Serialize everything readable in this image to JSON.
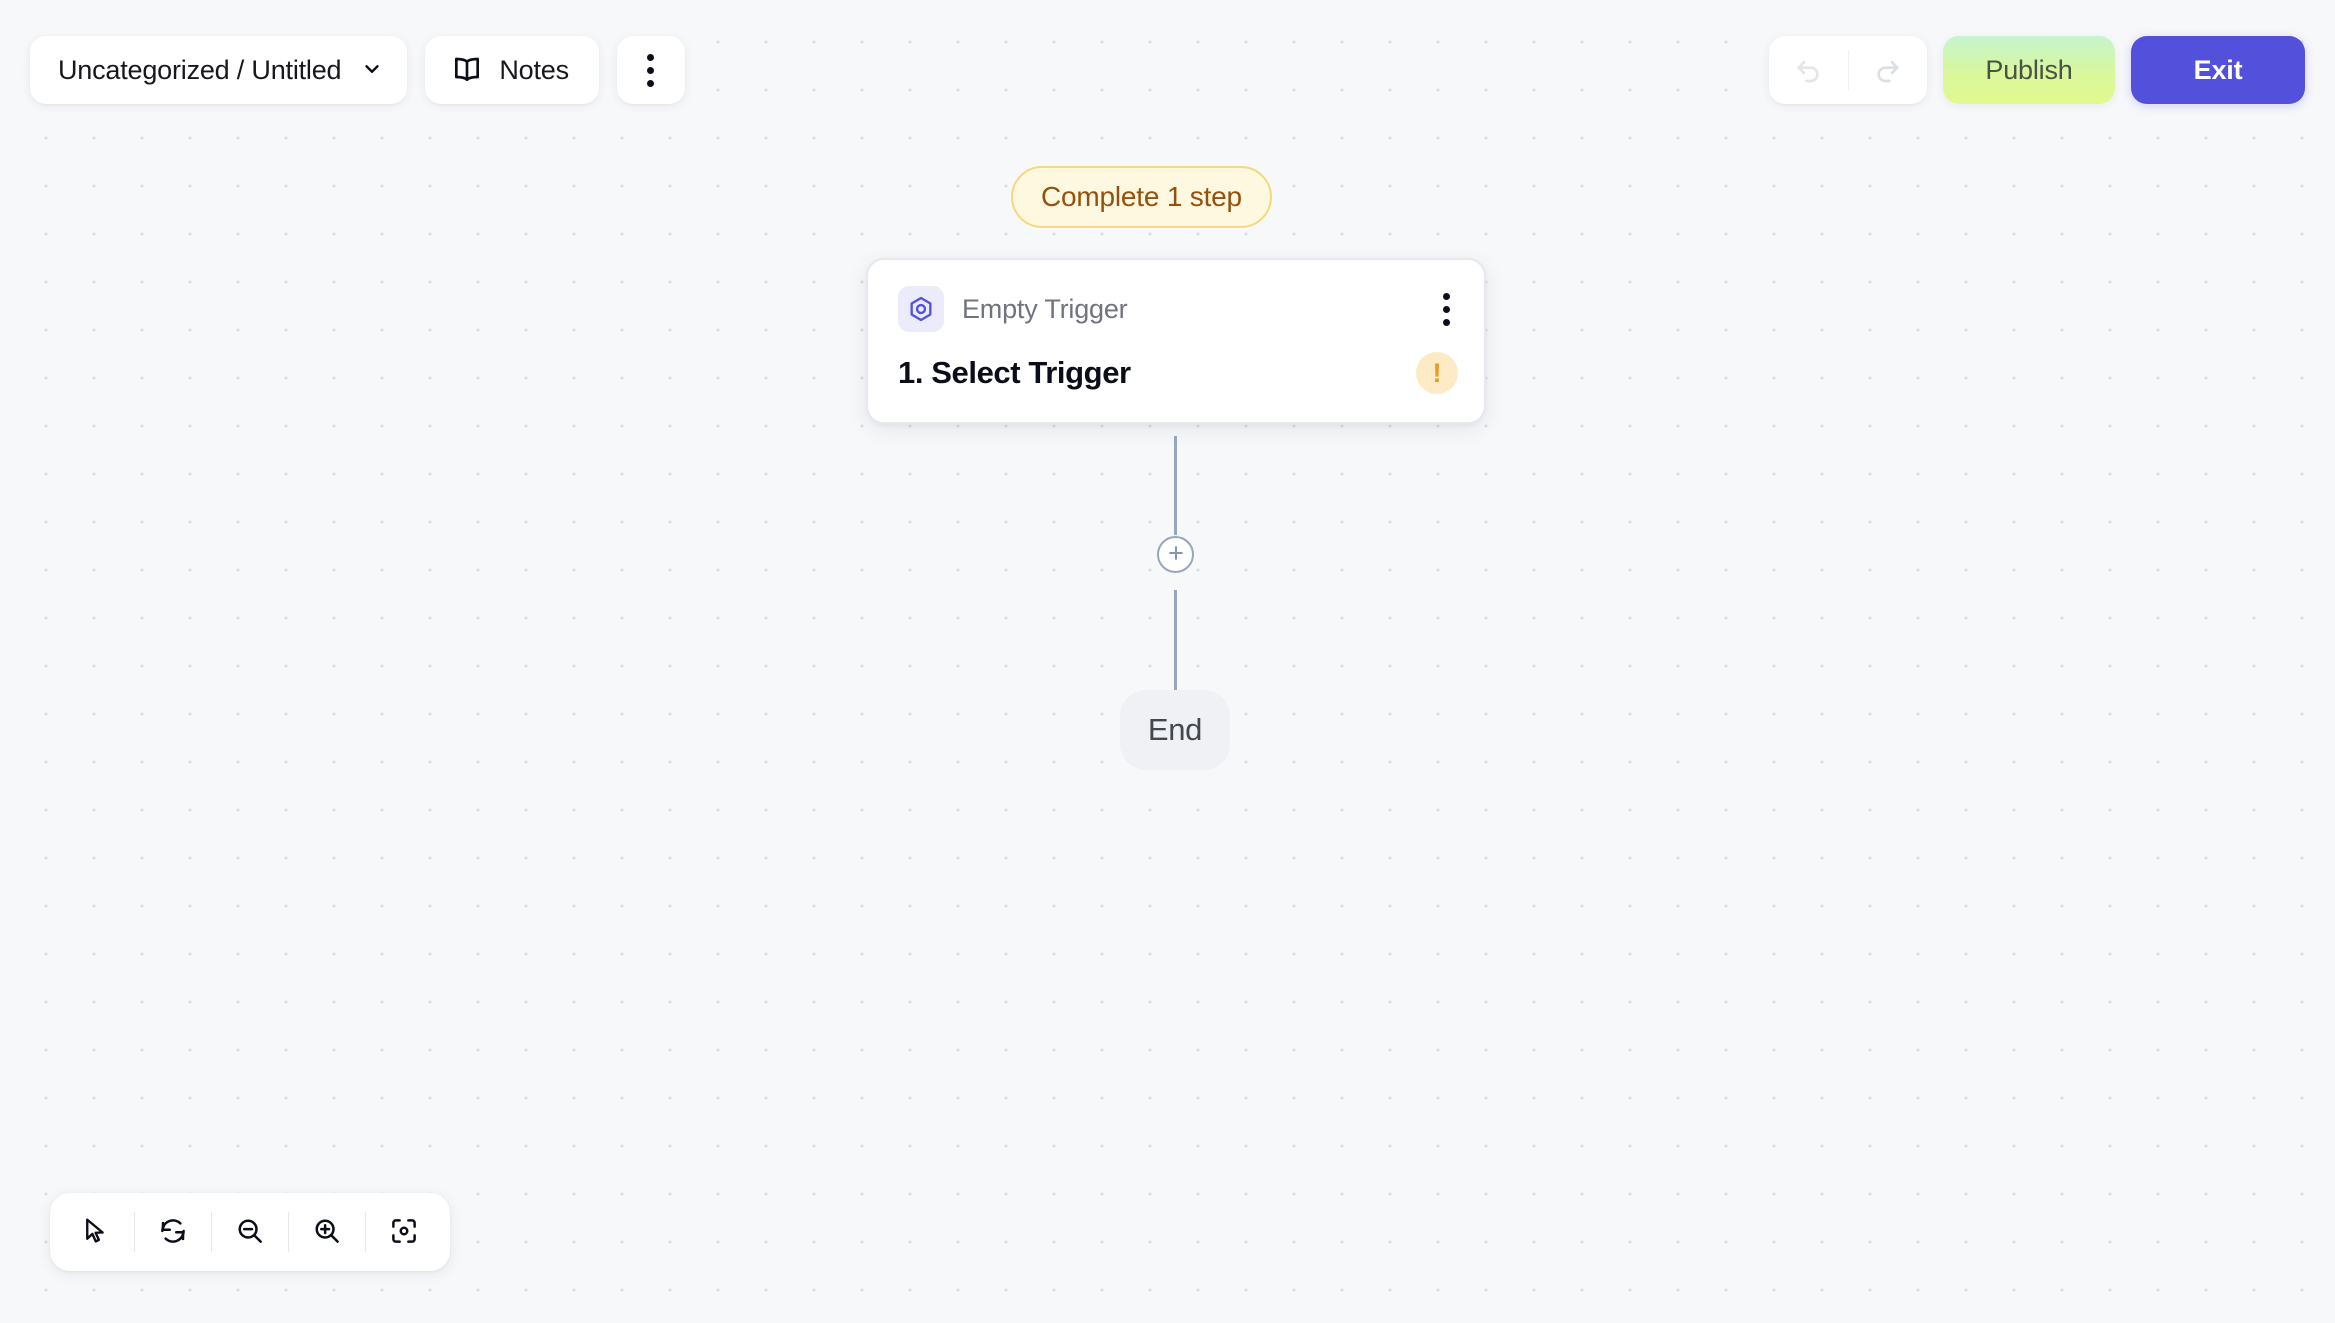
{
  "header": {
    "breadcrumb": {
      "label": "Uncategorized / Untitled",
      "chevron_icon": "chevron-down-icon"
    },
    "notes": {
      "label": "Notes",
      "icon": "book-icon"
    },
    "more_menu": {
      "icon": "more-vertical-icon"
    },
    "history": {
      "undo_icon": "undo-arrow-icon",
      "redo_icon": "redo-arrow-icon",
      "undo_enabled": false,
      "redo_enabled": false
    },
    "publish_label": "Publish",
    "exit_label": "Exit"
  },
  "canvas": {
    "status_badge": "Complete 1 step",
    "trigger_node": {
      "type_label": "Empty Trigger",
      "title": "1. Select Trigger",
      "icon": "hexagon-target-icon",
      "menu_icon": "more-vertical-icon",
      "warning_icon": "!",
      "warning_name": "warning-badge"
    },
    "add_step_icon": "plus-icon",
    "end_node_label": "End"
  },
  "toolbar": {
    "items": [
      {
        "name": "pointer-tool",
        "icon": "cursor-arrow-icon"
      },
      {
        "name": "reset-tool",
        "icon": "refresh-icon"
      },
      {
        "name": "zoom-out-tool",
        "icon": "zoom-out-icon"
      },
      {
        "name": "zoom-in-tool",
        "icon": "zoom-in-icon"
      },
      {
        "name": "fit-view-tool",
        "icon": "focus-frame-icon"
      }
    ]
  },
  "colors": {
    "accent_indigo": "#5351DB",
    "publish_green": "#DAF79C",
    "warning_amber": "#E89A22",
    "badge_bg": "#FEF8E0",
    "badge_text": "#95500D",
    "edge_line": "#97A6BD",
    "canvas_bg": "#F7F8FA"
  }
}
